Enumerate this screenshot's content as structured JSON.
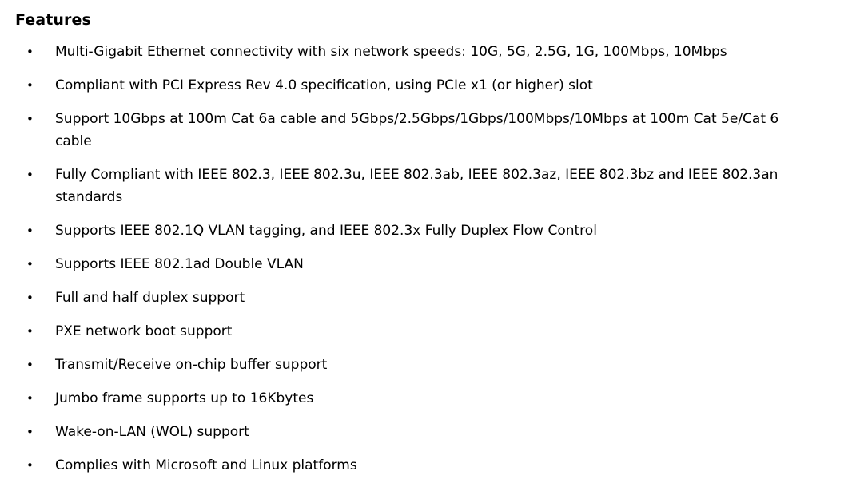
{
  "heading": "Features",
  "bullet_glyph": "•",
  "features": [
    "Multi-Gigabit Ethernet connectivity with six network speeds: 10G, 5G, 2.5G, 1G, 100Mbps, 10Mbps",
    "Compliant with PCI Express Rev 4.0 specification, using PCIe x1 (or higher) slot",
    "Support 10Gbps at 100m Cat 6a cable and 5Gbps/2.5Gbps/1Gbps/100Mbps/10Mbps at 100m Cat 5e/Cat 6 cable",
    "Fully Compliant with IEEE 802.3, IEEE 802.3u, IEEE 802.3ab, IEEE 802.3az, IEEE 802.3bz and IEEE 802.3an standards",
    "Supports IEEE 802.1Q VLAN tagging, and IEEE 802.3x Fully Duplex Flow Control",
    "Supports IEEE 802.1ad Double VLAN",
    "Full and half duplex support",
    "PXE network boot support",
    "Transmit/Receive on-chip buffer support",
    "Jumbo frame supports up to 16Kbytes",
    "Wake-on-LAN (WOL) support",
    "Complies with Microsoft and Linux platforms"
  ]
}
